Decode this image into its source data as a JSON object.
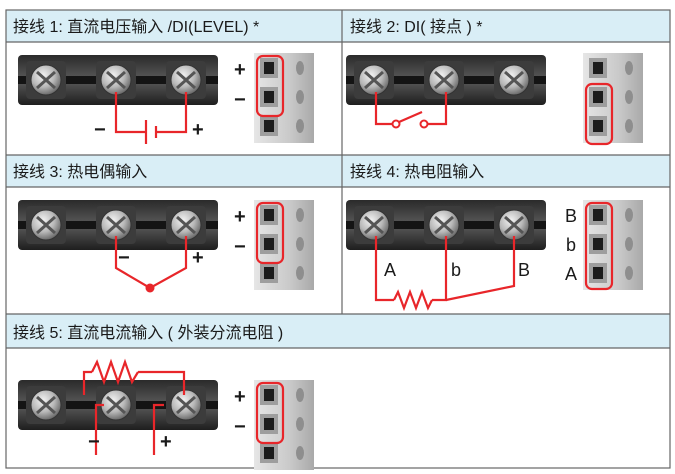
{
  "panels": [
    {
      "title": "接线 1: 直流电压输入 /DI(LEVEL) *",
      "plus": "+",
      "minus": "−"
    },
    {
      "title": "接线 2: DI( 接点 ) *"
    },
    {
      "title": "接线 3: 热电偶输入",
      "plus": "+",
      "minus": "−"
    },
    {
      "title": "接线 4: 热电阻输入",
      "label_a": "A",
      "label_b": "b",
      "label_b_upper": "B"
    },
    {
      "title": "接线 5: 直流电流输入 ( 外装分流电阻 )",
      "plus": "+",
      "minus": "−"
    }
  ],
  "colors": {
    "header_bg": "#d9eef6",
    "wire": "#e8262a",
    "grid": "#666666"
  }
}
